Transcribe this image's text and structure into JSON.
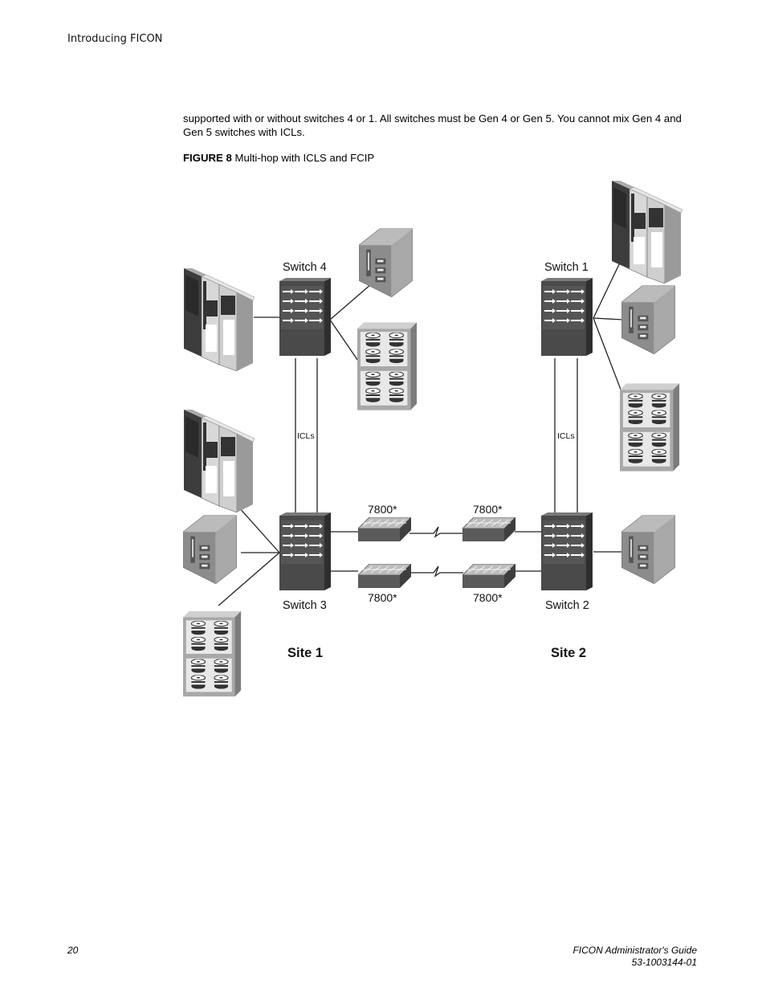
{
  "header": {
    "title": "Introducing FICON"
  },
  "body": {
    "paragraph": "supported with or without switches 4 or 1. All switches must be Gen 4 or Gen 5. You cannot mix Gen 4 and Gen 5 switches with ICLs."
  },
  "figure": {
    "caption_label": "FIGURE 8",
    "caption_text": "Multi-hop with ICLS and FCIP",
    "switch4_label": "Switch 4",
    "switch1_label": "Switch 1",
    "switch3_label": "Switch 3",
    "switch2_label": "Switch 2",
    "icls_left_label": "ICLs",
    "icls_right_label": "ICLs",
    "ext_top_left_label": "7800*",
    "ext_top_right_label": "7800*",
    "ext_bottom_left_label": "7800*",
    "ext_bottom_right_label": "7800*",
    "site1_label": "Site 1",
    "site2_label": "Site 2"
  },
  "footer": {
    "page_number": "20",
    "doc_title": "FICON Administrator's Guide",
    "doc_number": "53-1003144-01"
  }
}
